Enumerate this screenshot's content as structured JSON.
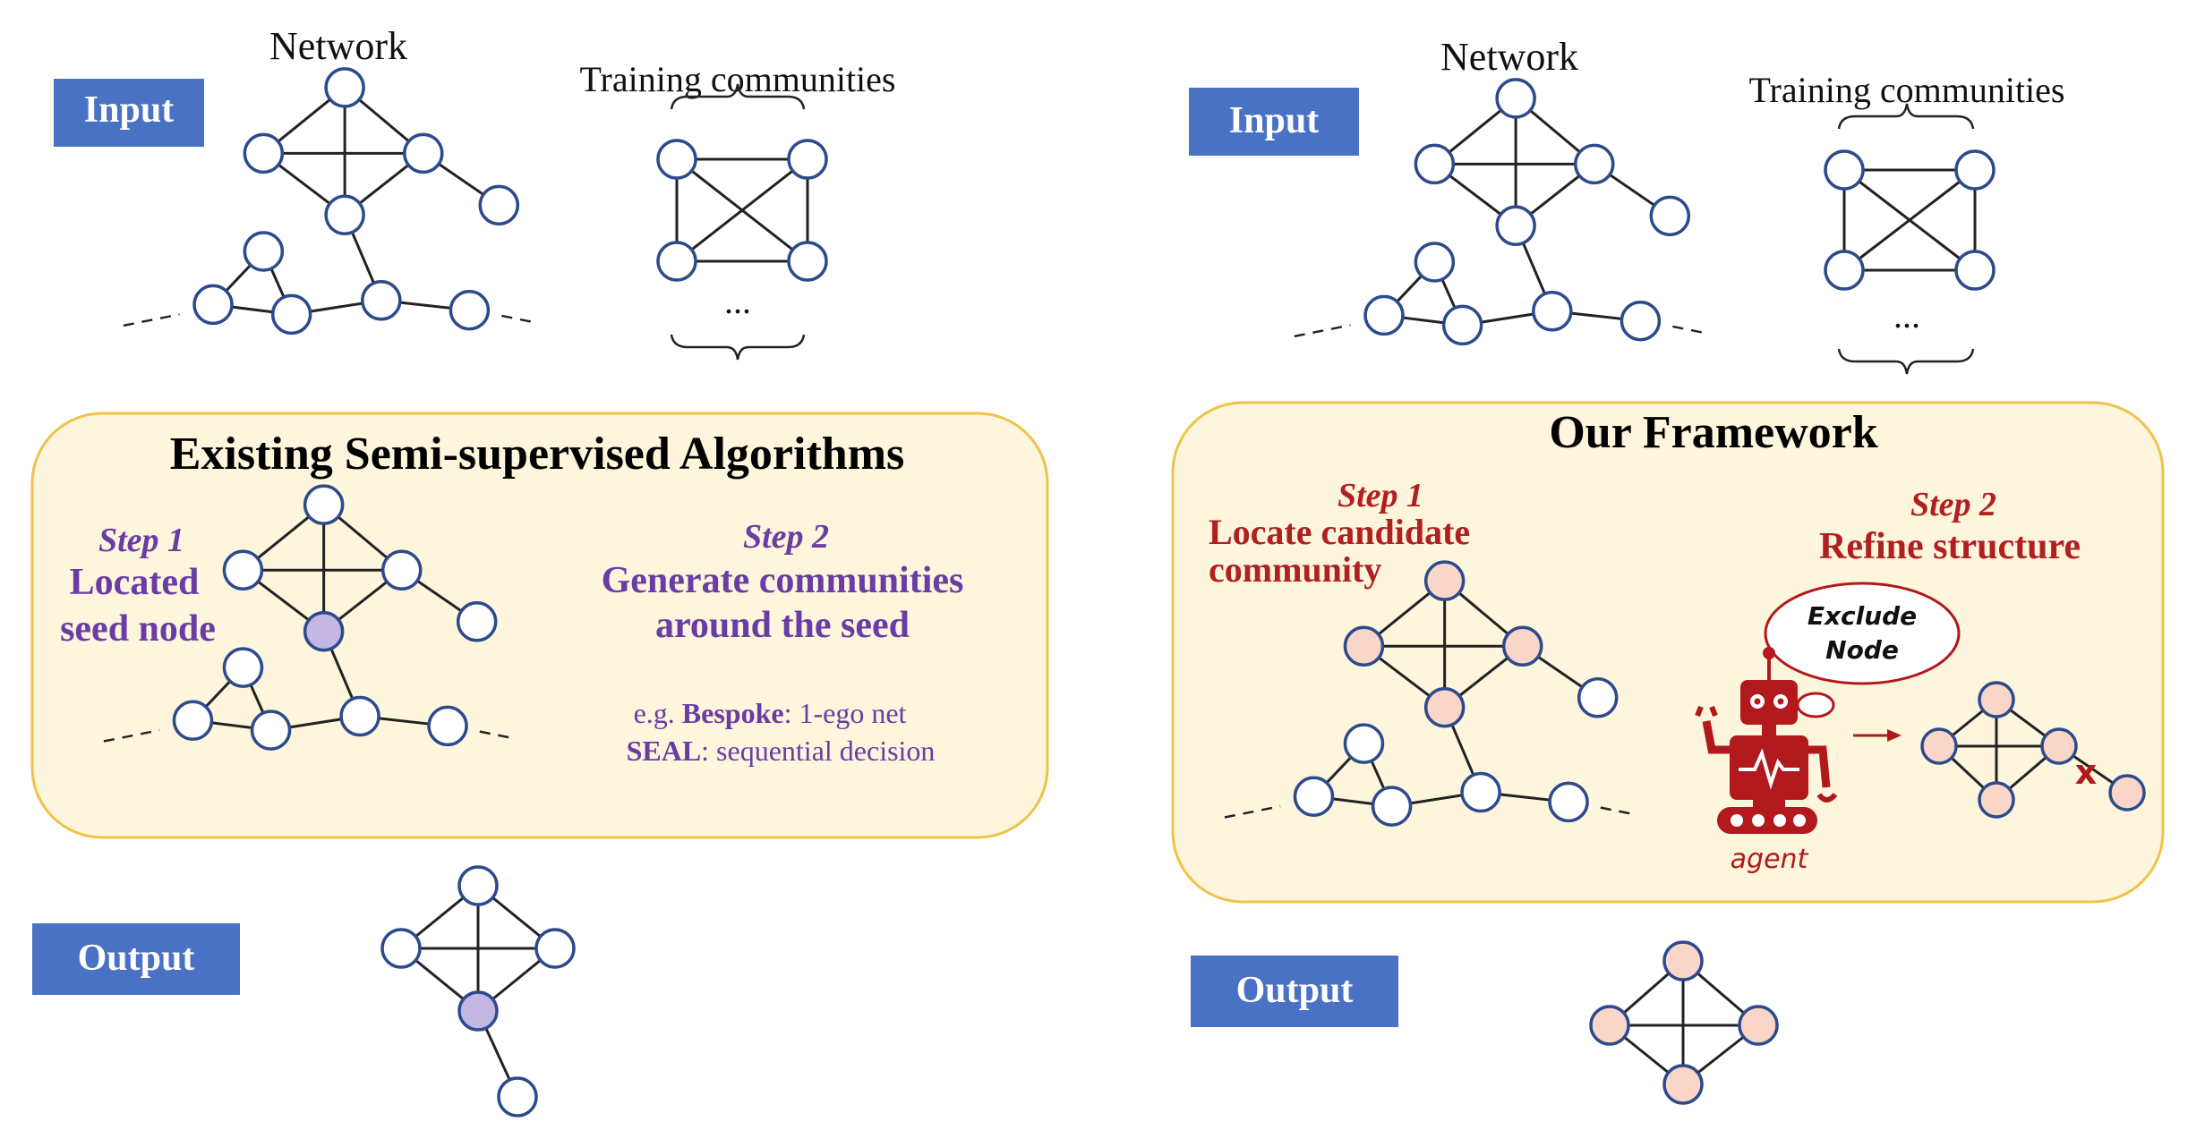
{
  "colors": {
    "node_stroke": "#2c4a8c",
    "node_fill": "#ffffff",
    "seed_fill": "#c3b6e3",
    "candidate_fill": "#f9d6c8",
    "edge": "#222222",
    "label_bg": "#4a72c4",
    "panel_fill": "#fdf5dc",
    "panel_stroke": "#f0c24a",
    "existing_text": "#6a3ca5",
    "ours_text": "#b02020",
    "agent_red": "#b2191c"
  },
  "left": {
    "input_label": "Input",
    "network_title": "Network",
    "training_title": "Training communities",
    "ellipsis": "...",
    "panel_title": "Existing Semi-supervised Algorithms",
    "step1_title": "Step 1",
    "step1_line1": "Located",
    "step1_line2": "seed node",
    "step2_title": "Step 2",
    "step2_line1": "Generate communities",
    "step2_line2": "around the seed",
    "example_prefix": "e.g. ",
    "example1_name": "Bespoke",
    "example1_desc": ": 1-ego net",
    "example2_name": "SEAL",
    "example2_desc": ": sequential decision",
    "output_label": "Output"
  },
  "right": {
    "input_label": "Input",
    "network_title": "Network",
    "training_title": "Training communities",
    "ellipsis": "...",
    "panel_title": "Our Framework",
    "step1_title": "Step 1",
    "step1_line1": "Locate candidate",
    "step1_line2": "community",
    "step2_title": "Step 2",
    "step2_line1": "Refine structure",
    "bubble_line1": "Exclude",
    "bubble_line2": "Node",
    "agent_label": "agent",
    "exclude_mark": "x",
    "output_label": "Output"
  }
}
